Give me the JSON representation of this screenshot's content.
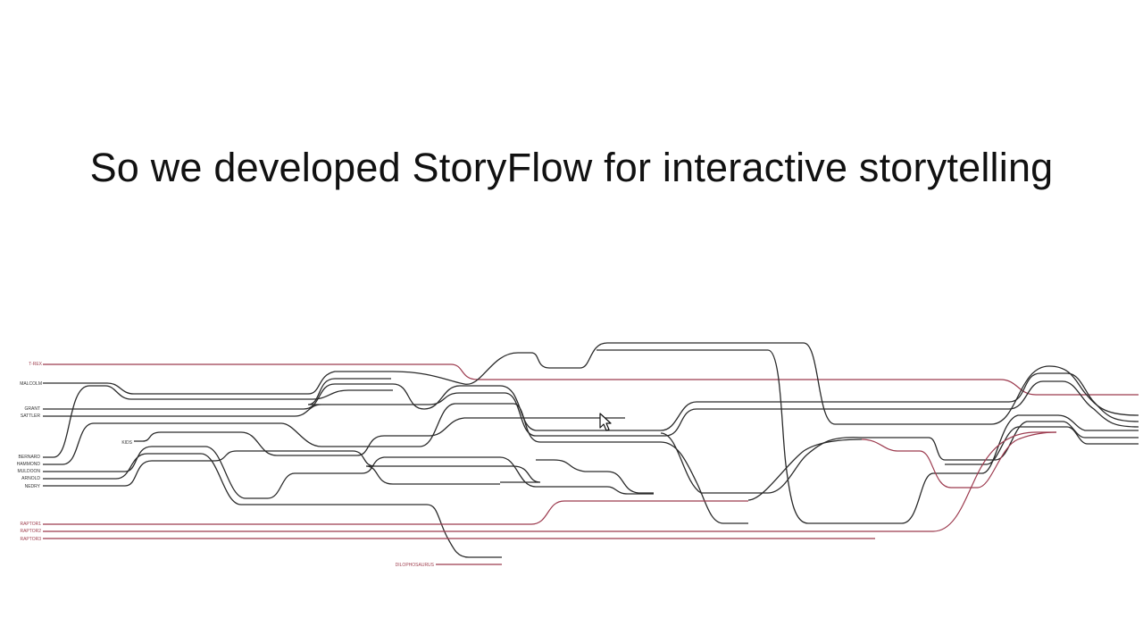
{
  "slide": {
    "title": "So we developed StoryFlow for interactive storytelling"
  },
  "colors": {
    "character_line": "#2a2a2a",
    "highlight_line": "#9c3a4e",
    "label_black": "#333333",
    "label_red": "#a04050"
  },
  "storyflow": {
    "characters": [
      {
        "id": "trex",
        "label": "T-REX",
        "color": "red"
      },
      {
        "id": "malcolm",
        "label": "MALCOLM",
        "color": "black"
      },
      {
        "id": "grant",
        "label": "GRANT",
        "color": "black"
      },
      {
        "id": "sattler",
        "label": "SATTLER",
        "color": "black"
      },
      {
        "id": "kids",
        "label": "KIDS",
        "color": "black"
      },
      {
        "id": "bernard",
        "label": "BERNARD",
        "color": "black"
      },
      {
        "id": "hammond",
        "label": "HAMMOND",
        "color": "black"
      },
      {
        "id": "muldoon",
        "label": "MULDOON",
        "color": "black"
      },
      {
        "id": "arnold",
        "label": "ARNOLD",
        "color": "black"
      },
      {
        "id": "nedry",
        "label": "NEDRY",
        "color": "black"
      },
      {
        "id": "raptor1",
        "label": "RAPTOR1",
        "color": "red"
      },
      {
        "id": "raptor2",
        "label": "RAPTOR2",
        "color": "red"
      },
      {
        "id": "raptor3",
        "label": "RAPTOR3",
        "color": "red"
      },
      {
        "id": "dilophosaurus",
        "label": "DILOPHOSAURUS",
        "color": "red"
      }
    ]
  },
  "cursor": {
    "icon": "mouse-pointer-icon"
  }
}
